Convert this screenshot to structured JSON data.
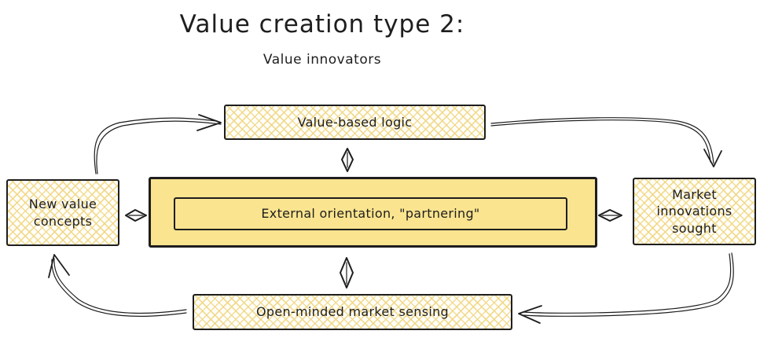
{
  "diagram": {
    "title": "Value creation type 2:",
    "subtitle": "Value innovators",
    "nodes": {
      "top": {
        "id": "value-based-logic",
        "label": "Value-based logic",
        "fill_style": "cross-hatch"
      },
      "center": {
        "id": "external-orientation",
        "label": "External orientation, \"partnering\"",
        "fill_style": "solid"
      },
      "left": {
        "id": "new-value-concepts",
        "label": "New value concepts",
        "fill_style": "cross-hatch"
      },
      "right": {
        "id": "market-innovations-sought",
        "label": "Market innovations sought",
        "fill_style": "cross-hatch"
      },
      "bottom": {
        "id": "open-minded-market-sensing",
        "label": "Open-minded market sensing",
        "fill_style": "cross-hatch"
      }
    },
    "connections": [
      {
        "from": "new-value-concepts",
        "to": "value-based-logic",
        "type": "curved-arrow"
      },
      {
        "from": "value-based-logic",
        "to": "market-innovations-sought",
        "type": "curved-arrow"
      },
      {
        "from": "market-innovations-sought",
        "to": "open-minded-market-sensing",
        "type": "curved-arrow"
      },
      {
        "from": "open-minded-market-sensing",
        "to": "new-value-concepts",
        "type": "curved-arrow"
      },
      {
        "from": "external-orientation",
        "to": "value-based-logic",
        "type": "double-headed-arrow"
      },
      {
        "from": "external-orientation",
        "to": "market-innovations-sought",
        "type": "double-headed-arrow"
      },
      {
        "from": "external-orientation",
        "to": "open-minded-market-sensing",
        "type": "double-headed-arrow"
      },
      {
        "from": "external-orientation",
        "to": "new-value-concepts",
        "type": "double-headed-arrow"
      }
    ],
    "colors": {
      "stroke": "#1e1e1e",
      "solid_fill": "#fae48f",
      "hatch_line": "#f0d682",
      "background": "#ffffff"
    }
  }
}
